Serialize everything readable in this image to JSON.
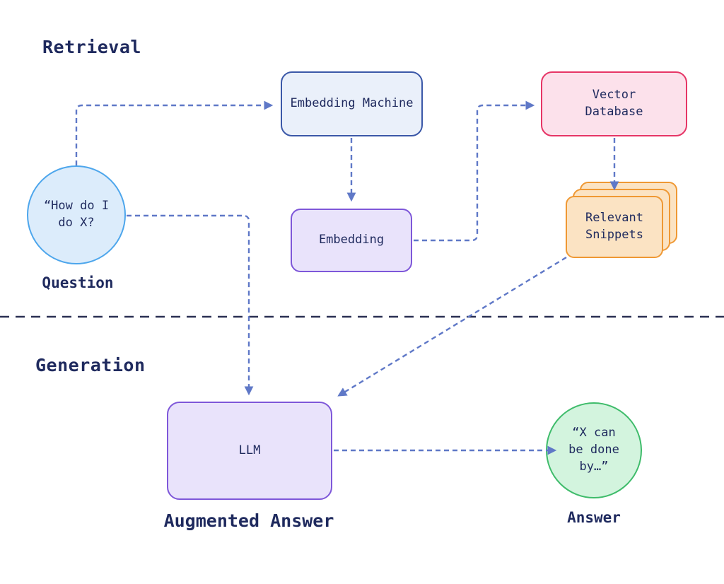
{
  "sections": {
    "retrieval": "Retrieval",
    "generation": "Generation"
  },
  "nodes": {
    "embedding_machine": {
      "label": "Embedding Machine",
      "fill": "#EAF0FA",
      "border": "#3B58A8"
    },
    "vector_database": {
      "label": "Vector\nDatabase",
      "fill": "#FCE1EB",
      "border": "#E63566"
    },
    "question": {
      "label": "“How do I\ndo X?",
      "caption": "Question",
      "fill": "#DCECFB",
      "border": "#4DA6EC"
    },
    "embedding": {
      "label": "Embedding",
      "fill": "#E9E3FB",
      "border": "#7E57D9"
    },
    "relevant_snippets": {
      "label": "Relevant\nSnippets",
      "fill": "#FBE3C3",
      "border": "#EF9833"
    },
    "llm": {
      "label": "LLM",
      "caption": "Augmented Answer",
      "fill": "#E9E3FB",
      "border": "#7E57D9"
    },
    "answer": {
      "label": "“X can\nbe done\nby…”",
      "caption": "Answer",
      "fill": "#D3F4DE",
      "border": "#3FBC6B"
    }
  },
  "edges": [
    {
      "from": "question",
      "to": "embedding_machine"
    },
    {
      "from": "embedding_machine",
      "to": "embedding"
    },
    {
      "from": "embedding",
      "to": "vector_database"
    },
    {
      "from": "vector_database",
      "to": "relevant_snippets"
    },
    {
      "from": "question",
      "to": "llm"
    },
    {
      "from": "relevant_snippets",
      "to": "llm"
    },
    {
      "from": "llm",
      "to": "answer"
    }
  ],
  "style": {
    "arrow_color": "#5F78C7",
    "divider_color": "#2A3053",
    "text_color": "#1F2A5E",
    "background": "#FFFFFF"
  }
}
